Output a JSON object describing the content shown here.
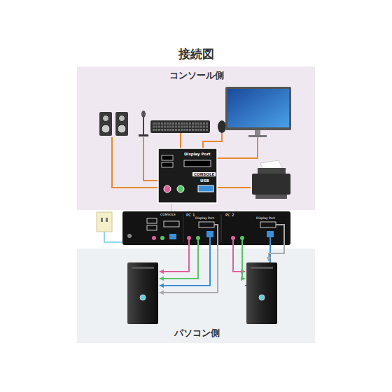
{
  "diagram": {
    "title": "接続図",
    "nodes": [
      {
        "text": [
          "コンソール側"
        ]
      },
      {
        "text": [
          "Display Port",
          "CONSOLE",
          "USB"
        ],
        "in": 0
      },
      {
        "text": [
          "パソコン側"
        ]
      }
    ],
    "labels": [
      "CONSOLE",
      "PC 1",
      "Display Port",
      "PC 2",
      "Display Port"
    ]
  }
}
